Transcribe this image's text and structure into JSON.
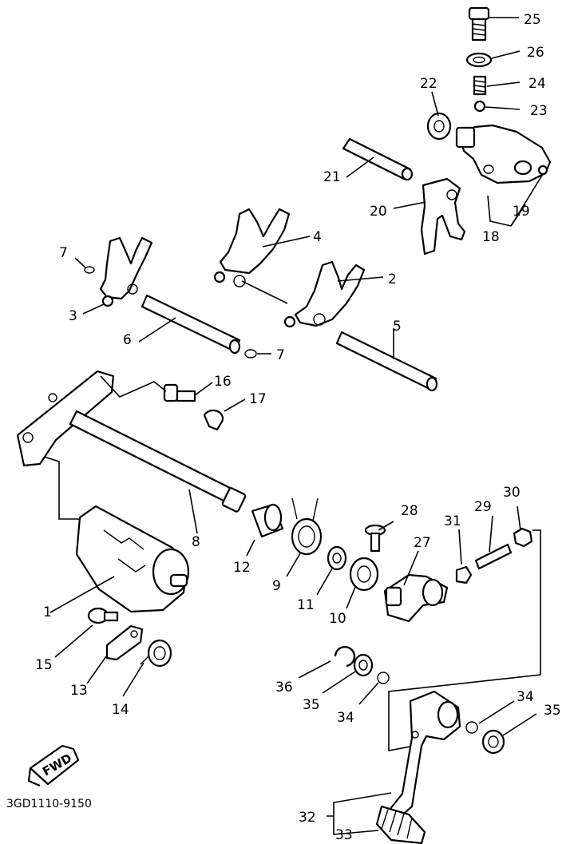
{
  "diagram": {
    "callouts": [
      "1",
      "2",
      "3",
      "4",
      "5",
      "6",
      "7",
      "7",
      "8",
      "9",
      "10",
      "11",
      "12",
      "13",
      "14",
      "15",
      "16",
      "17",
      "18",
      "19",
      "20",
      "21",
      "22",
      "23",
      "24",
      "25",
      "26",
      "27",
      "28",
      "29",
      "30",
      "31",
      "32",
      "33",
      "34",
      "34",
      "35",
      "35",
      "36"
    ],
    "fwd_label": "FWD",
    "part_code": "3GD1110-9150"
  }
}
